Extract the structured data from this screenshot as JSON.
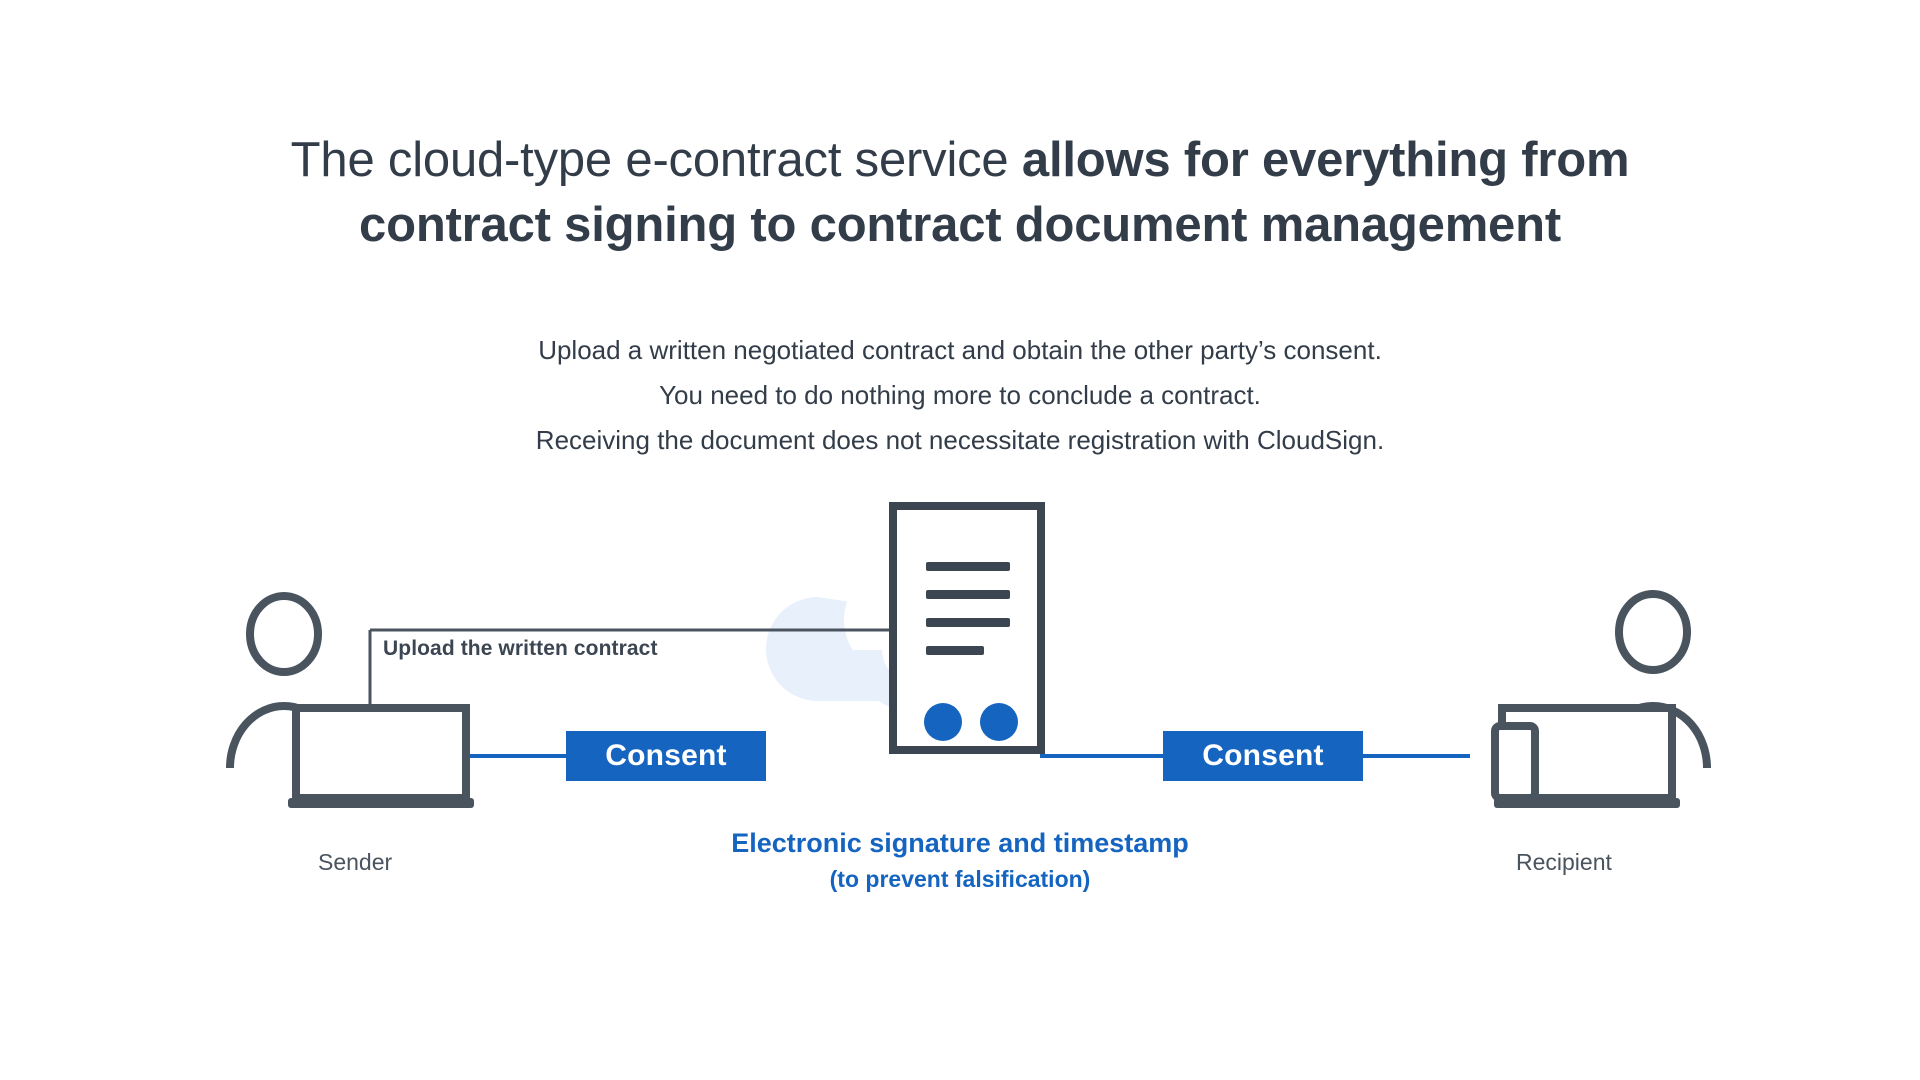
{
  "headline": {
    "line1_regular": "The cloud-type e-contract service ",
    "line1_bold": "allows for everything from",
    "line2_bold": "contract signing to contract document management"
  },
  "subcopy": {
    "line1": "Upload a written negotiated contract and obtain the other party’s consent.",
    "line2": "You need to do nothing more to conclude a contract.",
    "line3": "Receiving the document does not necessitate registration with CloudSign."
  },
  "diagram": {
    "upload_label": "Upload the written contract",
    "sender_label": "Sender",
    "recipient_label": "Recipient",
    "consent_left": "Consent",
    "consent_right": "Consent",
    "signature_caption_line1": "Electronic signature and timestamp",
    "signature_caption_line2": "(to prevent falsification)"
  },
  "colors": {
    "accent_blue": "#1565c0",
    "dark_slate": "#3c4652",
    "cloud_watermark": "#e8f0fb",
    "background": "#ffffff"
  },
  "icons": {
    "sender_person": "person-icon",
    "sender_laptop": "laptop-icon",
    "recipient_person": "person-icon",
    "recipient_laptop": "laptop-icon",
    "recipient_phone": "smartphone-icon",
    "document": "document-icon",
    "cloud": "cloud-icon",
    "signature_dots": "signature-dots-icon"
  }
}
